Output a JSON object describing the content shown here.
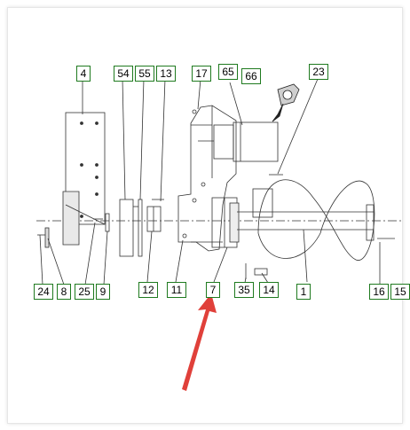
{
  "callouts": {
    "c4": "4",
    "c54": "54",
    "c55": "55",
    "c13": "13",
    "c17": "17",
    "c65": "65",
    "c66": "66",
    "c23": "23",
    "c24": "24",
    "c8": "8",
    "c25": "25",
    "c9": "9",
    "c12": "12",
    "c11": "11",
    "c7": "7",
    "c35": "35",
    "c14": "14",
    "c1": "1",
    "c16": "16",
    "c15": "15"
  },
  "colors": {
    "callout_border": "#1f7a1f",
    "arrow": "#e0403a",
    "line": "#333333"
  }
}
